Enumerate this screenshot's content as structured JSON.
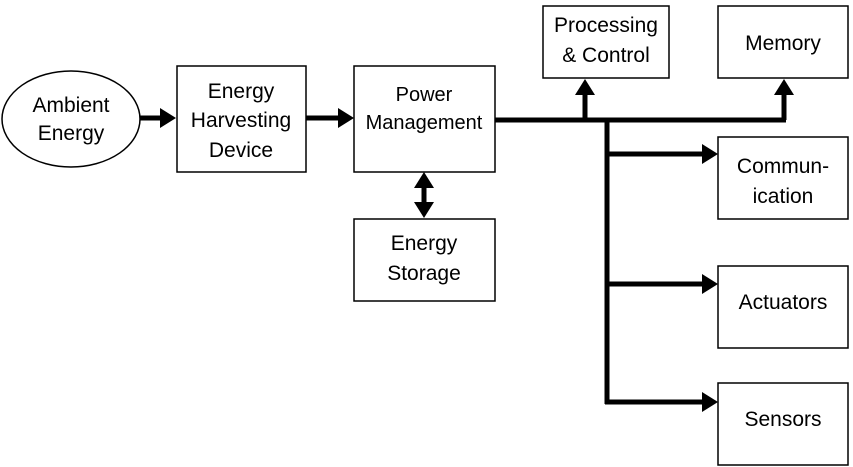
{
  "nodes": {
    "ambient": {
      "lines": [
        "Ambient",
        "Energy"
      ]
    },
    "harvester": {
      "lines": [
        "Energy",
        "Harvesting",
        "Device"
      ]
    },
    "power": {
      "lines": [
        "Power",
        "Management"
      ]
    },
    "storage": {
      "lines": [
        "Energy",
        "Storage"
      ]
    },
    "processing": {
      "lines": [
        "Processing",
        "& Control"
      ]
    },
    "memory": {
      "lines": [
        "Memory"
      ]
    },
    "communication": {
      "lines": [
        "Commun-",
        "ication"
      ]
    },
    "actuators": {
      "lines": [
        "Actuators"
      ]
    },
    "sensors": {
      "lines": [
        "Sensors"
      ]
    }
  },
  "colors": {
    "stroke": "#000000",
    "fill": "#ffffff"
  }
}
